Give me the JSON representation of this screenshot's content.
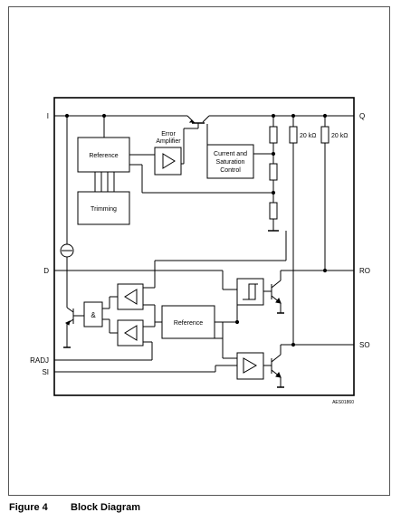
{
  "pins": {
    "i": "I",
    "q": "Q",
    "d": "D",
    "ro": "RO",
    "radj": "RADJ",
    "si": "SI",
    "so": "SO"
  },
  "blocks": {
    "reference_top": "Reference",
    "trimming": "Trimming",
    "error_amp_l1": "Error",
    "error_amp_l2": "Amplifier",
    "csc_l1": "Current and",
    "csc_l2": "Saturation",
    "csc_l3": "Control",
    "and_gate": "&",
    "reference_bottom": "Reference"
  },
  "resistors": {
    "r1": "20 kΩ",
    "r2": "20 kΩ"
  },
  "code": "AES01860",
  "caption": {
    "number": "Figure 4",
    "title": "Block Diagram"
  }
}
